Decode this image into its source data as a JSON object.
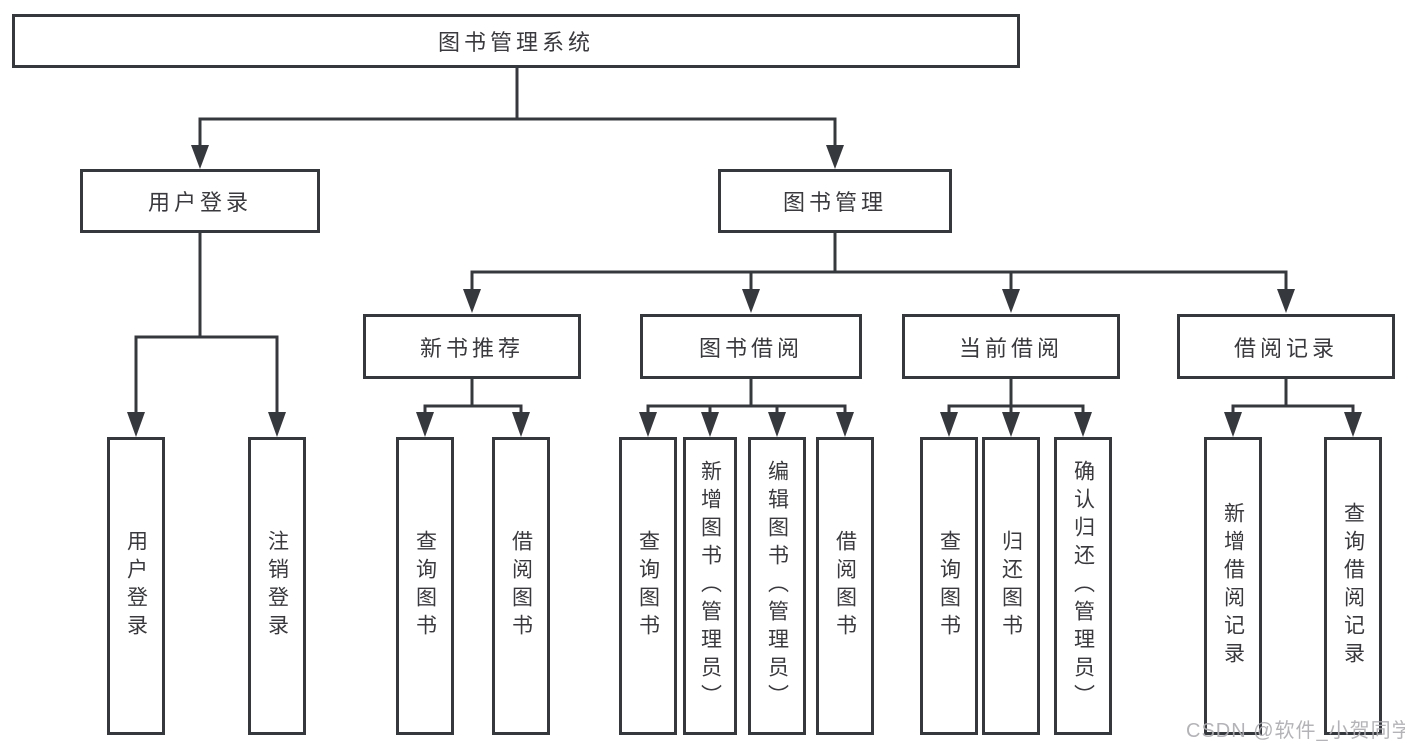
{
  "diagram": {
    "colors": {
      "line": "#35383d",
      "text": "#3a3a3e",
      "watermark": "#aeaeb2"
    },
    "nodes": {
      "root": "图书管理系统",
      "user_login_group": "用户登录",
      "book_mgmt_group": "图书管理",
      "new_book_rec": "新书推荐",
      "book_borrow": "图书借阅",
      "current_borrow": "当前借阅",
      "borrow_record": "借阅记录",
      "leaf_user_login": "用户登录",
      "leaf_logout": "注销登录",
      "leaf_query_book_rec": "查询图书",
      "leaf_borrow_book_rec": "借阅图书",
      "leaf_query_book_borrow": "查询图书",
      "leaf_add_book_admin": "新增图书（管理员）",
      "leaf_edit_book_admin": "编辑图书（管理员）",
      "leaf_borrow_book_borrow": "借阅图书",
      "leaf_query_book_current": "查询图书",
      "leaf_return_book": "归还图书",
      "leaf_confirm_return_admin": "确认归还（管理员）",
      "leaf_add_borrow_record": "新增借阅记录",
      "leaf_query_borrow_record": "查询借阅记录"
    },
    "watermark": "CSDN @软件_小贺同学"
  }
}
